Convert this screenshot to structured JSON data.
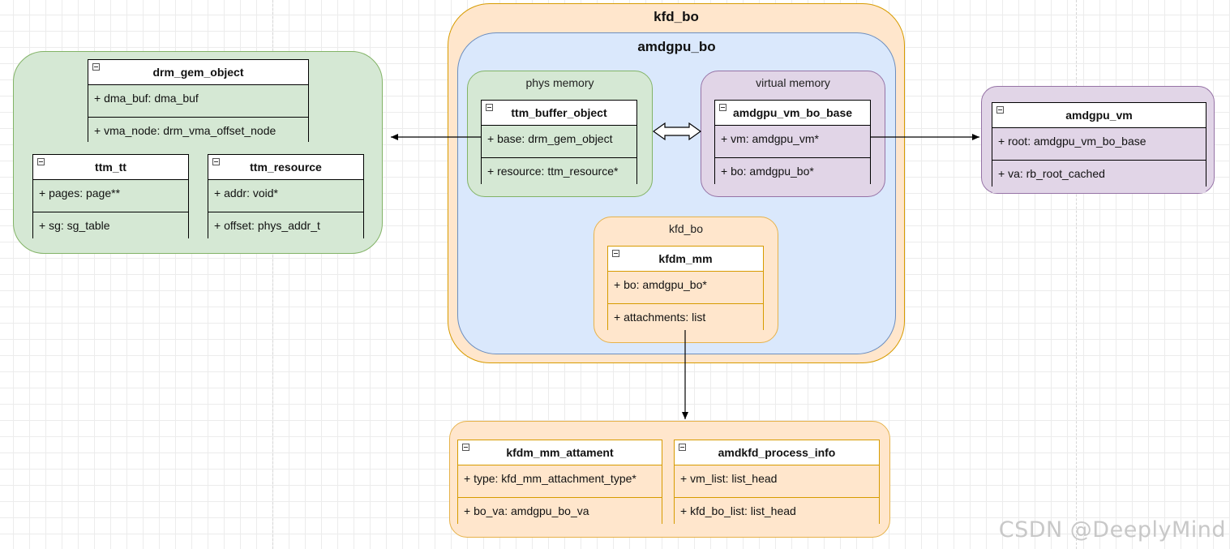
{
  "left_group": {
    "drm_gem_object": {
      "name": "drm_gem_object",
      "fields": [
        "+ dma_buf: dma_buf",
        "+ vma_node: drm_vma_offset_node"
      ]
    },
    "ttm_tt": {
      "name": "ttm_tt",
      "fields": [
        "+ pages: page**",
        "+ sg: sg_table"
      ]
    },
    "ttm_resource": {
      "name": "ttm_resource",
      "fields": [
        "+ addr: void*",
        "+ offset: phys_addr_t"
      ]
    }
  },
  "kfd_bo": {
    "title": "kfd_bo",
    "amdgpu_bo": {
      "title": "amdgpu_bo",
      "phys_memory": {
        "title": "phys memory",
        "ttm_buffer_object": {
          "name": "ttm_buffer_object",
          "fields": [
            "+ base: drm_gem_object",
            "+ resource: ttm_resource*"
          ]
        }
      },
      "virtual_memory": {
        "title": "virtual memory",
        "amdgpu_vm_bo_base": {
          "name": "amdgpu_vm_bo_base",
          "fields": [
            "+ vm: amdgpu_vm*",
            "+ bo: amdgpu_bo*"
          ]
        }
      }
    },
    "inner_kfd_bo": {
      "title": "kfd_bo",
      "kfdm_mm": {
        "name": "kfdm_mm",
        "fields": [
          "+ bo: amdgpu_bo*",
          "+ attachments: list"
        ]
      }
    }
  },
  "right_group": {
    "amdgpu_vm": {
      "name": "amdgpu_vm",
      "fields": [
        "+ root: amdgpu_vm_bo_base",
        "+ va: rb_root_cached"
      ]
    }
  },
  "bottom_group": {
    "kfdm_mm_attament": {
      "name": "kfdm_mm_attament",
      "fields": [
        "+ type: kfd_mm_attachment_type*",
        "+ bo_va: amdgpu_bo_va"
      ]
    },
    "amdkfd_process_info": {
      "name": "amdkfd_process_info",
      "fields": [
        "+ vm_list: list_head",
        "+ kfd_bo_list: list_head"
      ]
    }
  },
  "watermark": "CSDN @DeeplyMind",
  "colors": {
    "green_fill": "#d5e8d4",
    "green_stroke": "#82b366",
    "orange_fill": "#ffe6cc",
    "orange_stroke": "#d79b00",
    "blue_fill": "#dae8fc",
    "blue_stroke": "#6c8ebf",
    "purple_fill": "#e1d5e7",
    "purple_stroke": "#9673a6"
  }
}
